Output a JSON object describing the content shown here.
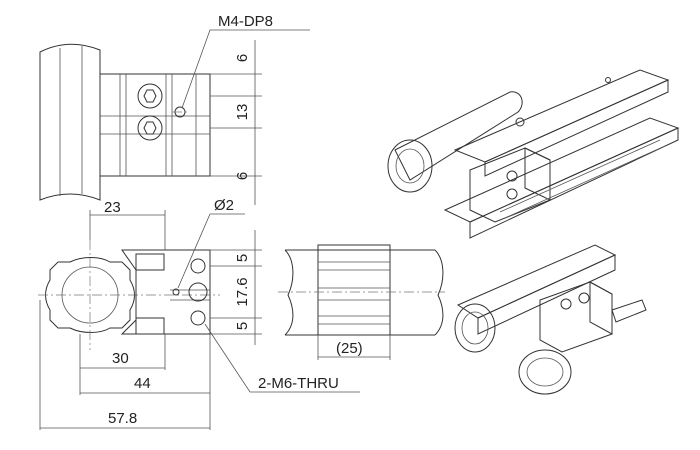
{
  "labels": {
    "tap": "M4-DP8",
    "dim_6_top": "6",
    "dim_13": "13",
    "dim_6_bottom": "6",
    "dim_23": "23",
    "dim_phi2": "Ø2",
    "dim_5_top": "5",
    "dim_17_6": "17.6",
    "dim_5_bottom": "5",
    "dim_30": "30",
    "dim_44": "44",
    "dim_57_8": "57.8",
    "dim_25": "(25)",
    "thru": "2-M6-THRU"
  },
  "colors": {
    "line": "#333333",
    "copper": "#e8b89a",
    "copper_dark": "#c98f6c",
    "rail": "#f4f4f4"
  }
}
